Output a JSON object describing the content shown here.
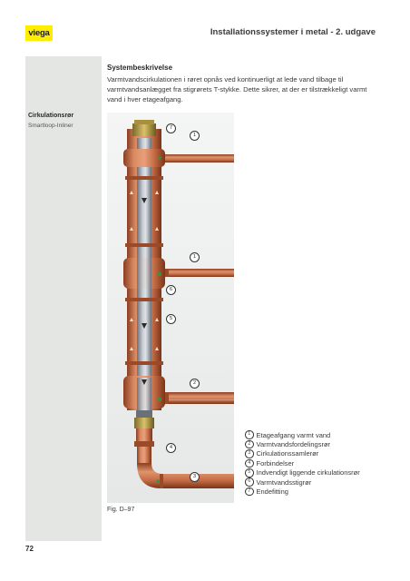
{
  "header": {
    "logo_text": "viega",
    "title": "Installationssystemer i metal - 2. udgave"
  },
  "sidebar": {
    "title": "Cirkulationsrør",
    "subtitle": "Smartloop-Inliner"
  },
  "section": {
    "title": "Systembeskrivelse",
    "body": "Varmtvandscirkulationen i røret opnås ved kontinuerligt at lede vand tilbage til varmtvandsanlægget fra stigrørets T-stykke. Dette sikrer, at der er tilstrækkeligt varmt vand i hver etageafgang."
  },
  "figure": {
    "caption": "Fig. D–97",
    "callouts": [
      "7",
      "1",
      "1",
      "6",
      "5",
      "2",
      "4",
      "3"
    ]
  },
  "legend": [
    {
      "num": "1",
      "label": "Etageafgang varmt vand"
    },
    {
      "num": "2",
      "label": "Varmtvandsfordelingsrør"
    },
    {
      "num": "3",
      "label": "Cirkulationssamlerør"
    },
    {
      "num": "4",
      "label": "Forbindelser"
    },
    {
      "num": "5",
      "label": "Indvendigt liggende cirkulationsrør"
    },
    {
      "num": "6",
      "label": "Varmtvandsstigrør"
    },
    {
      "num": "7",
      "label": "Endefitting"
    }
  ],
  "page_number": "72",
  "colors": {
    "logo_yellow": "#ffed00",
    "sidebar_gray": "#e4e6e4",
    "copper": "#c8704a"
  }
}
